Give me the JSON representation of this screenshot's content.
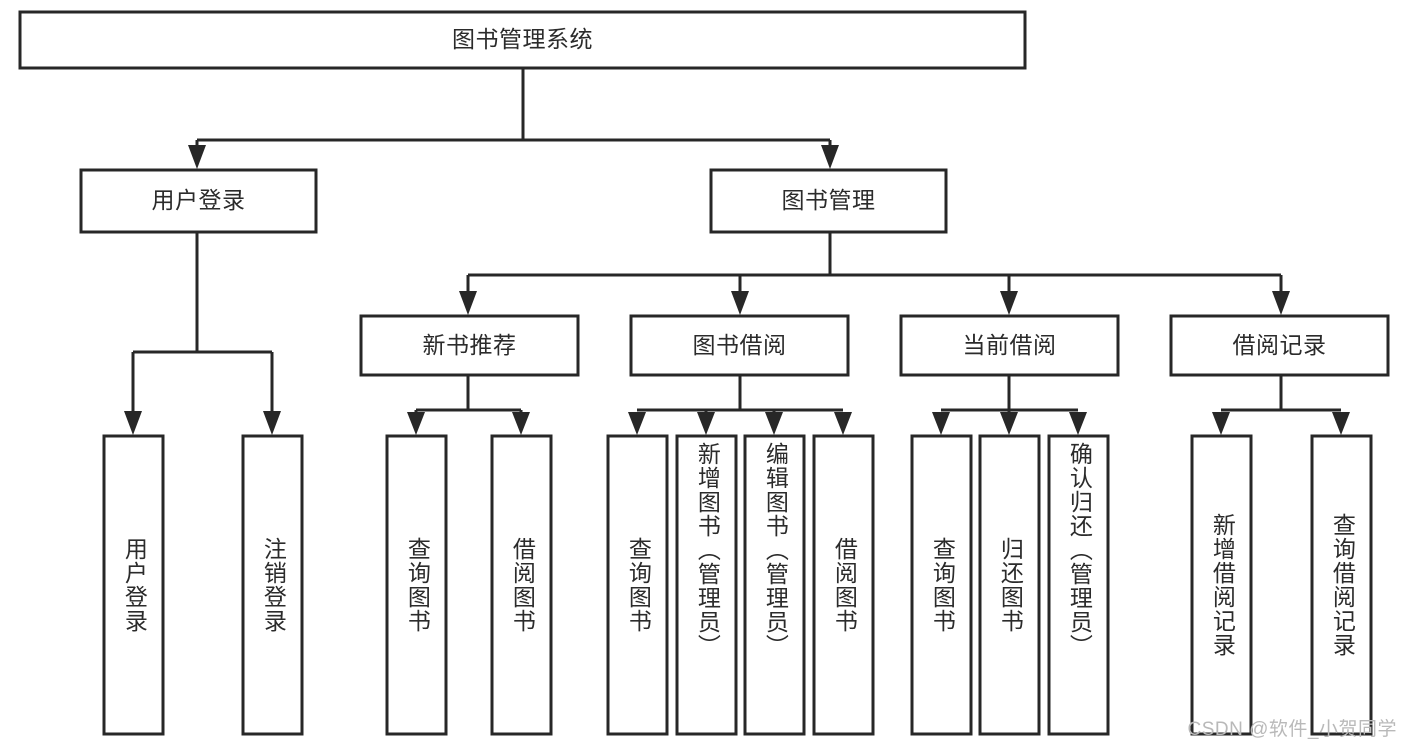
{
  "diagram": {
    "title": "图书管理系统",
    "type": "tree-hierarchy",
    "colors": {
      "stroke": "#272727",
      "fill": "#ffffff",
      "text": "#2b2b2b",
      "watermark": "#b9b9b9",
      "background": "#ffffff"
    },
    "root": {
      "id": "root",
      "label": "图书管理系统",
      "orientation": "horizontal"
    },
    "level1": [
      {
        "id": "user-login",
        "label": "用户登录",
        "orientation": "horizontal"
      },
      {
        "id": "book-manage",
        "label": "图书管理",
        "orientation": "horizontal"
      }
    ],
    "level2": [
      {
        "id": "new-book-recommend",
        "label": "新书推荐",
        "orientation": "horizontal",
        "parent": "book-manage"
      },
      {
        "id": "book-borrow",
        "label": "图书借阅",
        "orientation": "horizontal",
        "parent": "book-manage"
      },
      {
        "id": "current-borrow",
        "label": "当前借阅",
        "orientation": "horizontal",
        "parent": "book-manage"
      },
      {
        "id": "borrow-record",
        "label": "借阅记录",
        "orientation": "horizontal",
        "parent": "book-manage"
      }
    ],
    "leaves": [
      {
        "id": "leaf-user-login",
        "label": "用户登录",
        "parent": "user-login",
        "orientation": "vertical"
      },
      {
        "id": "leaf-logout-login",
        "label": "注销登录",
        "parent": "user-login",
        "orientation": "vertical"
      },
      {
        "id": "leaf-query-book-1",
        "label": "查询图书",
        "parent": "new-book-recommend",
        "orientation": "vertical"
      },
      {
        "id": "leaf-borrow-book-1",
        "label": "借阅图书",
        "parent": "new-book-recommend",
        "orientation": "vertical"
      },
      {
        "id": "leaf-query-book-2",
        "label": "查询图书",
        "parent": "book-borrow",
        "orientation": "vertical"
      },
      {
        "id": "leaf-add-book",
        "label": "新增图书（管理员）",
        "parent": "book-borrow",
        "orientation": "vertical"
      },
      {
        "id": "leaf-edit-book",
        "label": "编辑图书（管理员）",
        "parent": "book-borrow",
        "orientation": "vertical"
      },
      {
        "id": "leaf-borrow-book-2",
        "label": "借阅图书",
        "parent": "book-borrow",
        "orientation": "vertical"
      },
      {
        "id": "leaf-query-book-3",
        "label": "查询图书",
        "parent": "current-borrow",
        "orientation": "vertical"
      },
      {
        "id": "leaf-return-book",
        "label": "归还图书",
        "parent": "current-borrow",
        "orientation": "vertical"
      },
      {
        "id": "leaf-confirm-return",
        "label": "确认归还（管理员）",
        "parent": "current-borrow",
        "orientation": "vertical"
      },
      {
        "id": "leaf-add-record",
        "label": "新增借阅记录",
        "parent": "borrow-record",
        "orientation": "vertical"
      },
      {
        "id": "leaf-query-record",
        "label": "查询借阅记录",
        "parent": "borrow-record",
        "orientation": "vertical"
      }
    ],
    "watermark": "CSDN @软件_小贺同学"
  }
}
